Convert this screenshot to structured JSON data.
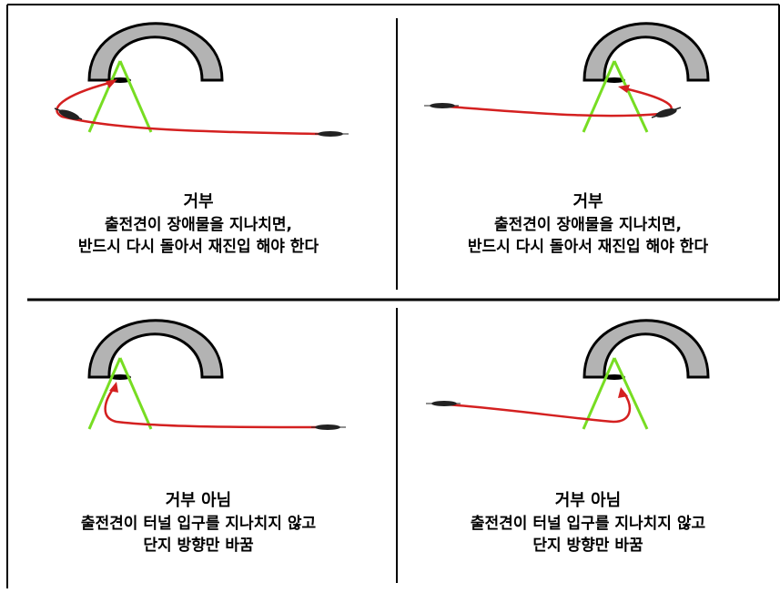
{
  "panels": [
    {
      "title": "거부",
      "lines": [
        "출전견이 장애물을 지나치면,",
        "반드시 다시 돌아서 재진입 해야 한다"
      ]
    },
    {
      "title": "거부",
      "lines": [
        "출전견이 장애물을 지나치면,",
        "반드시 다시 돌아서 재진입 해야 한다"
      ]
    },
    {
      "title": "거부 아님",
      "lines": [
        "출전견이 터널 입구를 지나치지 않고",
        "단지 방향만 바꿈"
      ]
    },
    {
      "title": "거부 아님",
      "lines": [
        "출전견이 터널 입구를 지나치지 않고",
        "단지 방향만 바꿈"
      ]
    }
  ],
  "colors": {
    "tunnel_fill": "#b3b3b3",
    "tunnel_stroke": "#000000",
    "path": "#d42020",
    "entry_lines": "#77dd22",
    "dog": "#222222"
  }
}
